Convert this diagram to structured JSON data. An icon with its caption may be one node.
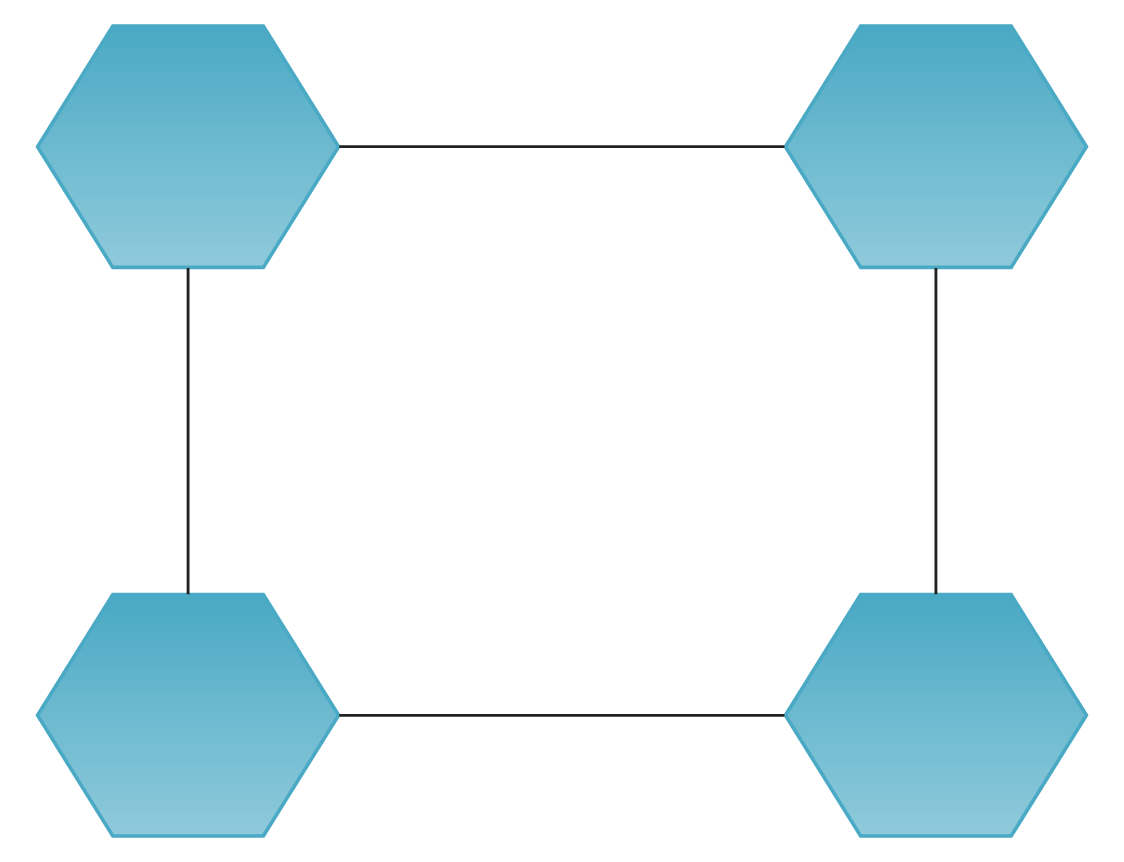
{
  "diagram": {
    "nodes": [
      {
        "text": [],
        "shape": "hexagon"
      },
      {
        "text": [],
        "shape": "hexagon"
      },
      {
        "text": [],
        "shape": "hexagon"
      },
      {
        "text": [],
        "shape": "hexagon"
      }
    ],
    "edges": [
      {
        "from": 0,
        "to": 1,
        "arrow": "none"
      },
      {
        "from": 0,
        "to": 2,
        "arrow": "none"
      },
      {
        "from": 1,
        "to": 3,
        "arrow": "none"
      },
      {
        "from": 2,
        "to": 3,
        "arrow": "none"
      }
    ]
  }
}
